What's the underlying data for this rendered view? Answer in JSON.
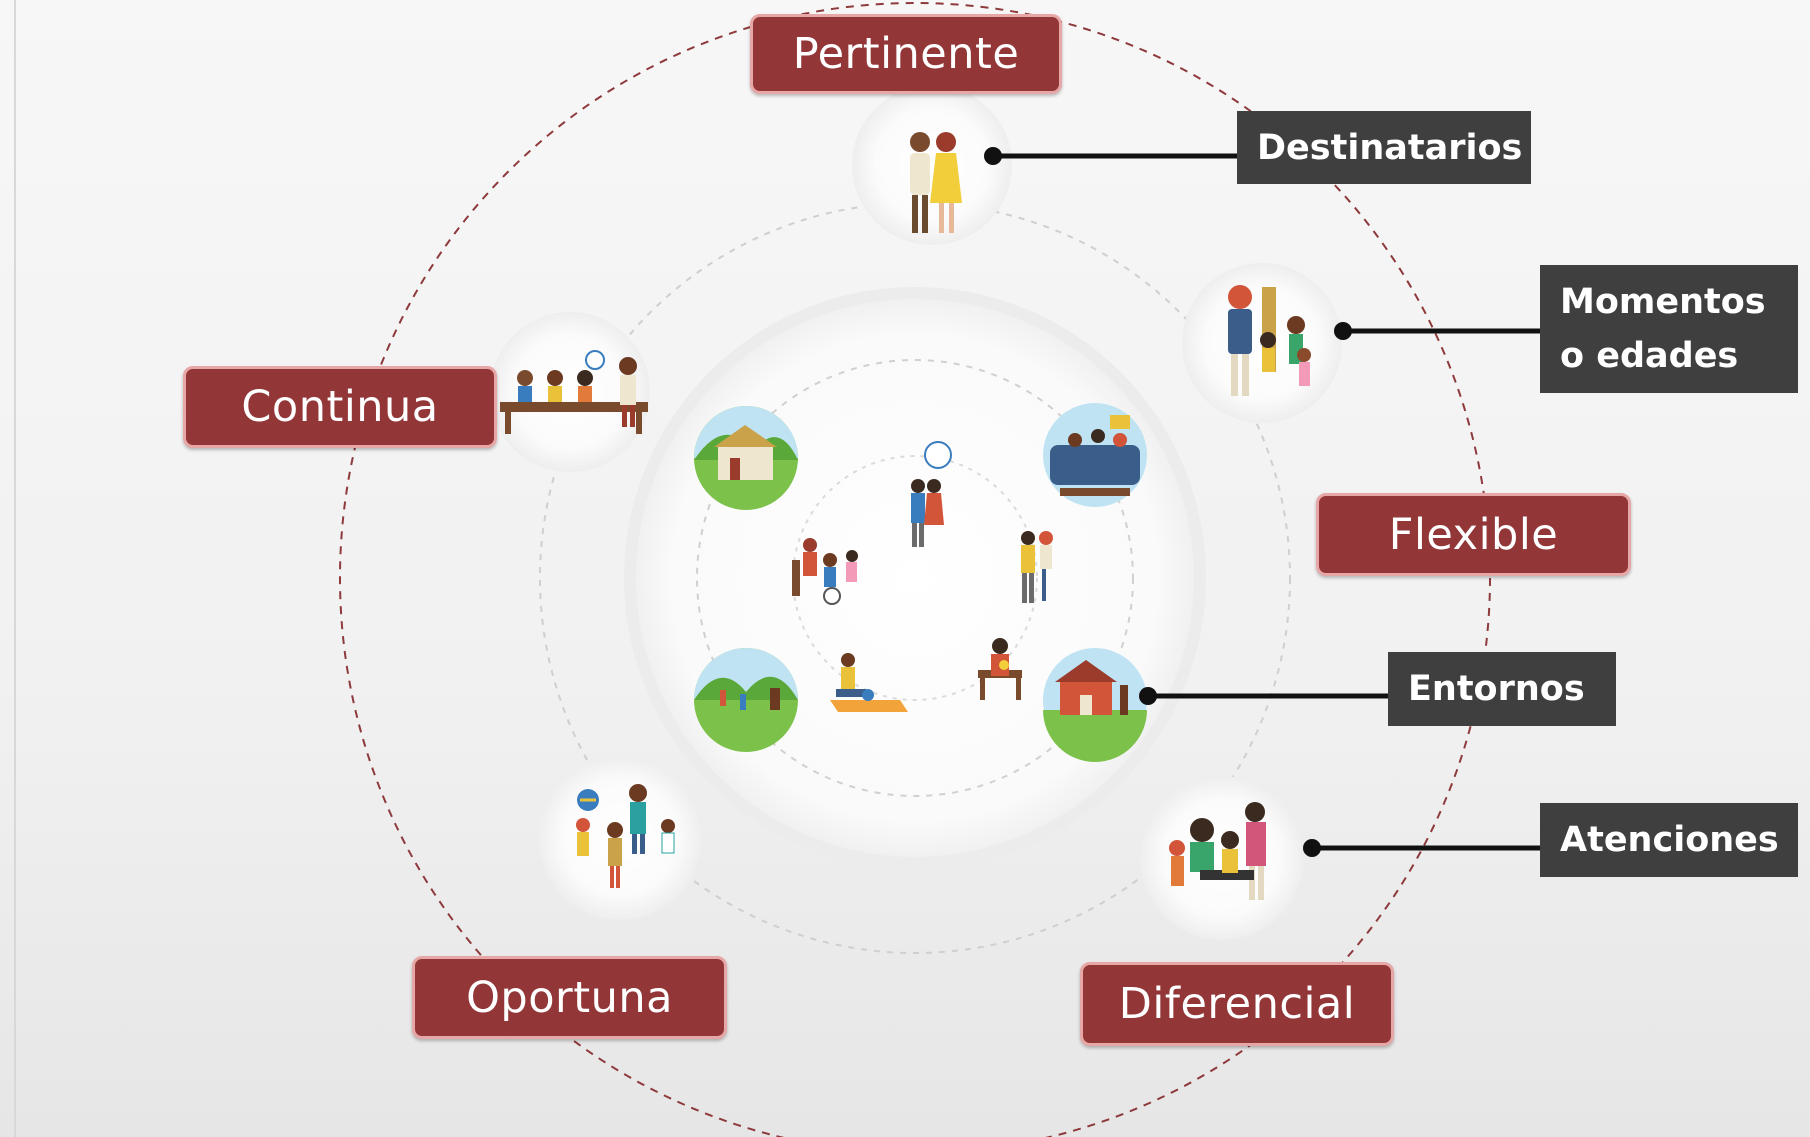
{
  "qualities": {
    "pertinente": "Pertinente",
    "continua": "Continua",
    "flexible": "Flexible",
    "oportuna": "Oportuna",
    "diferencial": "Diferencial"
  },
  "aspects": {
    "destinatarios": "Destinatarios",
    "momentos_line1": "Momentos",
    "momentos_line2": "o edades",
    "entornos": "Entornos",
    "atenciones": "Atenciones"
  },
  "colors": {
    "quality_box": "#923638",
    "quality_border": "#e7a7a7",
    "aspect_box": "#3f3f3f",
    "dashed_ring": "#8e3a3c",
    "connector": "#111111"
  },
  "icons": {
    "pertinente": "couple-illustration",
    "continua": "classroom-table-illustration",
    "flexible": "family-height-measure-illustration",
    "oportuna": "children-playing-illustration",
    "diferencial": "family-music-illustration",
    "center": "community-scenes-cluster"
  }
}
